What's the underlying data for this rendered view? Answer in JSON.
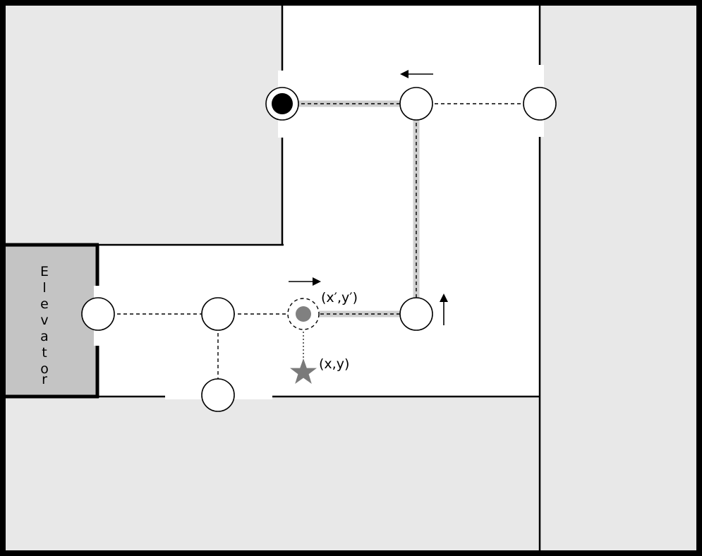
{
  "diagram": {
    "elevator_label": "Elevator",
    "projected_point_label": "(x′,y′)",
    "position_label": "(x,y)",
    "elevator_letters": [
      "E",
      "l",
      "e",
      "v",
      "a",
      "t",
      "o",
      "r"
    ]
  },
  "colors": {
    "room": "#e8e8e8",
    "elevator": "#c4c4c4",
    "route": "#cfcfcf",
    "estimate": "#808080",
    "destination": "#000000"
  },
  "icons": {
    "position": "star-icon",
    "destination": "destination-marker-icon",
    "direction": "arrow-icon"
  }
}
